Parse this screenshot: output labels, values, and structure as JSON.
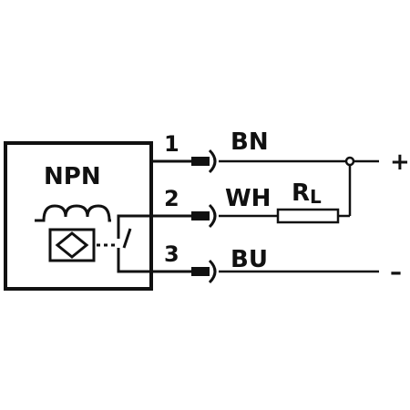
{
  "sensor": {
    "type_label": "NPN"
  },
  "pins": [
    {
      "number": "1",
      "wire": "BN"
    },
    {
      "number": "2",
      "wire": "WH"
    },
    {
      "number": "3",
      "wire": "BU"
    }
  ],
  "load": {
    "label": "R",
    "subscript": "L"
  },
  "supply": {
    "plus": "+",
    "minus": "–"
  }
}
